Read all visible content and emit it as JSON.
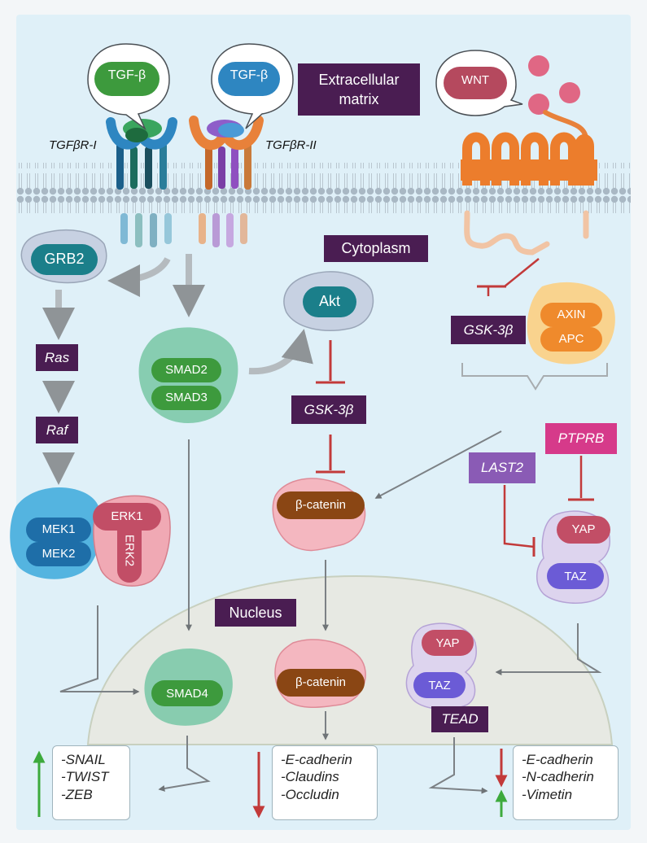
{
  "regions": {
    "extracellular": "Extracellular\nmatrix",
    "cytoplasm": "Cytoplasm",
    "nucleus": "Nucleus"
  },
  "ligands": {
    "tgfb_left": "TGF-β",
    "tgfb_right": "TGF-β",
    "wnt": "WNT"
  },
  "receptors": {
    "r1": "TGFβR-I",
    "r2": "TGFβR-II"
  },
  "proteins": {
    "grb2": "GRB2",
    "ras": "Ras",
    "raf": "Raf",
    "mek1": "MEK1",
    "mek2": "MEK2",
    "erk1": "ERK1",
    "erk2": "ERK2",
    "smad2": "SMAD2",
    "smad3": "SMAD3",
    "smad4": "SMAD4",
    "akt": "Akt",
    "gsk_mid": "GSK-3β",
    "gsk_right": "GSK-3β",
    "axin": "AXIN",
    "apc": "APC",
    "bcat_cyto": "β-catenin",
    "bcat_nuc": "β-catenin",
    "last2": "LAST2",
    "ptprb": "PTPRB",
    "yap_cyto": "YAP",
    "taz_cyto": "TAZ",
    "yap_nuc": "YAP",
    "taz_nuc": "TAZ",
    "tead": "TEAD"
  },
  "outputs": {
    "left": [
      "-SNAIL",
      "-TWIST",
      "-ZEB"
    ],
    "middle": [
      "-E-cadherin",
      "-Claudins",
      "-Occludin"
    ],
    "right": [
      "-E-cadherin",
      "-N-cadherin",
      "-Vimetin"
    ]
  },
  "colors": {
    "background": "#dff0f8",
    "label_box": "#4a1d52",
    "ptprb": "#d63a8a",
    "last2": "#8a5bb5",
    "green": "#3d9a3d",
    "teal": "#1b7f8a",
    "blue": "#2e86c1",
    "rose": "#c24e66",
    "brown": "#8a4614",
    "orange": "#ef8a2c",
    "inhibit": "#c23a3a",
    "arrow": "#9ea3a6",
    "up": "#3daa3d",
    "down": "#c23a3a"
  }
}
